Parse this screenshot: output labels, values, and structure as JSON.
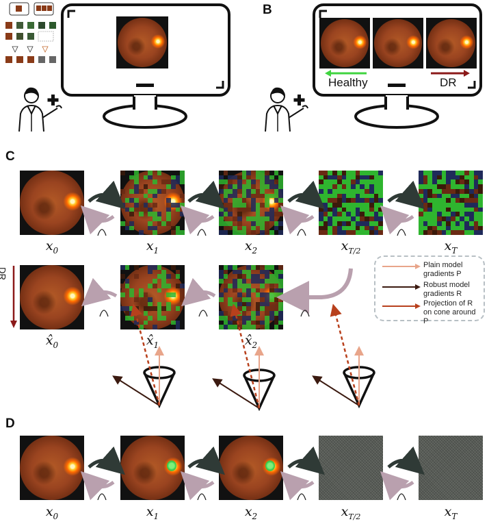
{
  "panels": {
    "a": "",
    "b": "B",
    "c": "C",
    "d": "D"
  },
  "monitor_b": {
    "left_label": "Healthy",
    "right_label": "DR"
  },
  "row_c_top_labels": [
    "x0",
    "x1",
    "x2",
    "xT/2",
    "xT"
  ],
  "row_c_bottom_labels": [
    "x̂0",
    "x̂1",
    "x̂2"
  ],
  "row_d_labels": [
    "x0",
    "x1",
    "x2",
    "xT/2",
    "xT"
  ],
  "side_label": "DR",
  "legend": {
    "items": [
      {
        "text": "Plain model gradients P",
        "color": "#e8a58a"
      },
      {
        "text": "Robust model gradients R",
        "color": "#3b1a10"
      },
      {
        "text": "Projection of R on cone around P",
        "color": "#b8401c"
      }
    ]
  },
  "colors": {
    "healthy_arrow": "#3fd43f",
    "dr_arrow": "#8b1a1a",
    "dark_arrow": "#2f3a36",
    "light_arrow": "#b9a0ae",
    "noise_symbol": "#222222"
  },
  "icons": [
    "doctor-icon",
    "monitor-icon",
    "forward-arrow-icon",
    "backward-arrow-icon",
    "noise-symbol-icon",
    "cone-icon"
  ]
}
